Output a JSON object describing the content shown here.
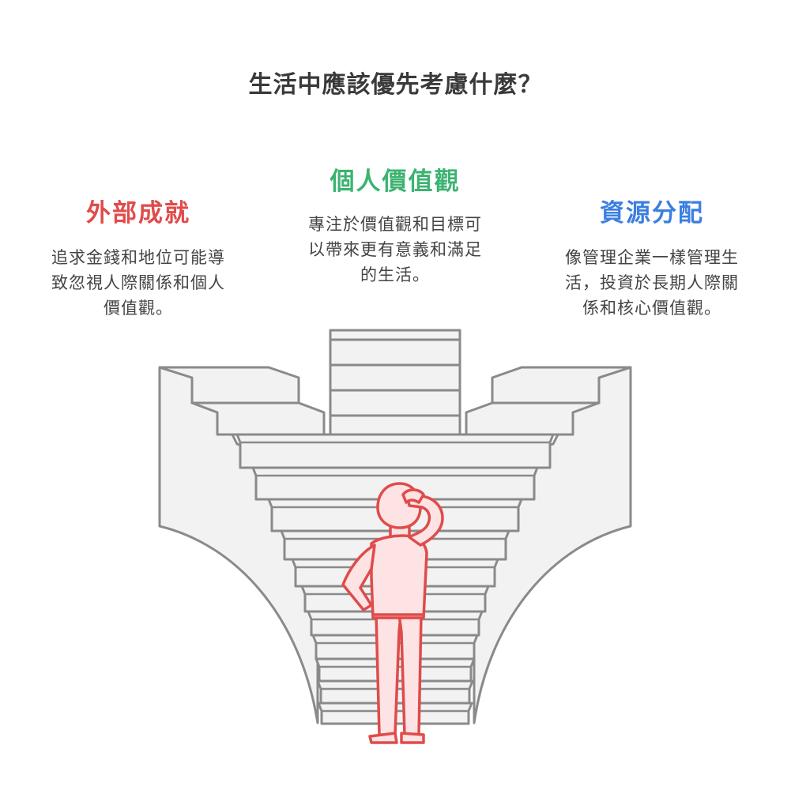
{
  "title": "生活中應該優先考慮什麼？",
  "options": {
    "left": {
      "heading": "外部成就",
      "color": "#e04b4b",
      "lines": [
        "追求金錢和地位可能導",
        "致忽視人際關係和個人",
        "價值觀。"
      ]
    },
    "center": {
      "heading": "個人價值觀",
      "color": "#3cb371",
      "lines": [
        "專注於價值觀和目標可",
        "以帶來更有意義和滿足",
        "的生活。"
      ]
    },
    "right": {
      "heading": "資源分配",
      "color": "#3b7fe0",
      "lines": [
        "像管理企業一樣管理生",
        "活，投資於長期人際關",
        "係和核心價值觀。"
      ]
    }
  },
  "illustration": {
    "stair_fill": "#f2f2f2",
    "stair_stroke": "#8a8a8a",
    "person_fill": "#fde3e3",
    "person_stroke": "#e04b4b"
  }
}
